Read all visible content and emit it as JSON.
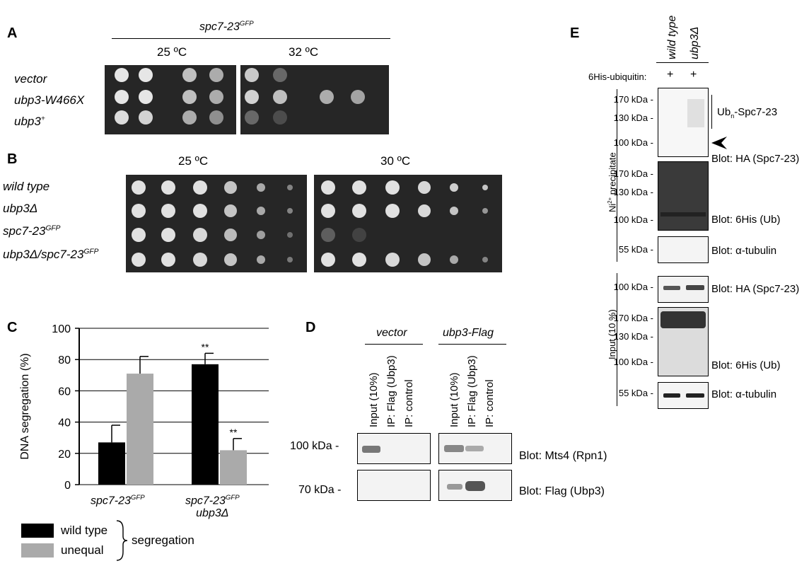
{
  "panels": [
    "A",
    "B",
    "C",
    "D",
    "E"
  ],
  "A": {
    "strain": "spc7-23",
    "strain_sup": "GFP",
    "temps": [
      "25 ºC",
      "32 ºC"
    ],
    "rows": [
      "vector",
      "ubp3-W466X",
      "ubp3"
    ],
    "row3_sup": "+"
  },
  "B": {
    "temps": [
      "25 ºC",
      "30 ºC"
    ],
    "rows": [
      {
        "main": "wild type",
        "sup": ""
      },
      {
        "main": "ubp3Δ",
        "sup": ""
      },
      {
        "main": "spc7-23",
        "sup": "GFP"
      },
      {
        "main": "ubp3Δ/spc7-23",
        "sup": "GFP"
      }
    ]
  },
  "C": {
    "legend": {
      "items": [
        "wild type",
        "unequal"
      ],
      "group_label": "segregation"
    },
    "significance": "**",
    "group1": {
      "main": "spc7-23",
      "sup": "GFP"
    },
    "group2": {
      "main": "spc7-23",
      "sup": "GFP",
      "line2": "ubp3Δ"
    }
  },
  "D": {
    "groups": [
      "vector",
      "ubp3-Flag"
    ],
    "lanes": [
      "Input (10%)",
      "IP: Flag (Ubp3)",
      "IP: control"
    ],
    "markers": [
      "100 kDa -",
      "70 kDa -"
    ],
    "blots": [
      "Blot: Mts4 (Rpn1)",
      "Blot: Flag (Ubp3)"
    ]
  },
  "E": {
    "lanes": [
      "wild type",
      "ubp3Δ"
    ],
    "his_label": "6His-ubiquitin:",
    "plus": [
      "+",
      "+"
    ],
    "ni_label": "Ni",
    "ni_sup": "2+",
    "ni_rest": " precipitate",
    "input_label": "Input (10 %)",
    "ubn_main": "Ub",
    "ubn_sub": "n",
    "ubn_rest": "-Spc7-23",
    "markers1": [
      "170 kDa -",
      "130 kDa -",
      "100 kDa -"
    ],
    "markers2": [
      "170 kDa -",
      "130 kDa -",
      "100 kDa -"
    ],
    "markers3": [
      "55 kDa -"
    ],
    "markers4": [
      "100 kDa -"
    ],
    "markers5": [
      "170 kDa -",
      "130 kDa -",
      "100 kDa -"
    ],
    "markers6": [
      "55 kDa -"
    ],
    "blots": [
      "Blot: HA (Spc7-23)",
      "Blot: 6His (Ub)",
      "Blot: α-tubulin",
      "Blot: HA (Spc7-23)",
      "Blot: 6His (Ub)",
      "Blot: α-tubulin"
    ]
  },
  "chart_data": {
    "type": "bar",
    "categories": [
      "spc7-23GFP",
      "spc7-23GFP ubp3Δ"
    ],
    "series": [
      {
        "name": "wild type",
        "values": [
          27,
          77
        ],
        "errors": [
          11,
          7
        ],
        "color": "#000000"
      },
      {
        "name": "unequal",
        "values": [
          71,
          22
        ],
        "errors": [
          11,
          7.5
        ],
        "color": "#aaaaaa"
      }
    ],
    "ylabel": "DNA segregation (%)",
    "ylim": [
      0,
      100
    ],
    "yticks": [
      0,
      20,
      40,
      60,
      80,
      100
    ],
    "grid": true,
    "legend_position": "bottom-left"
  }
}
